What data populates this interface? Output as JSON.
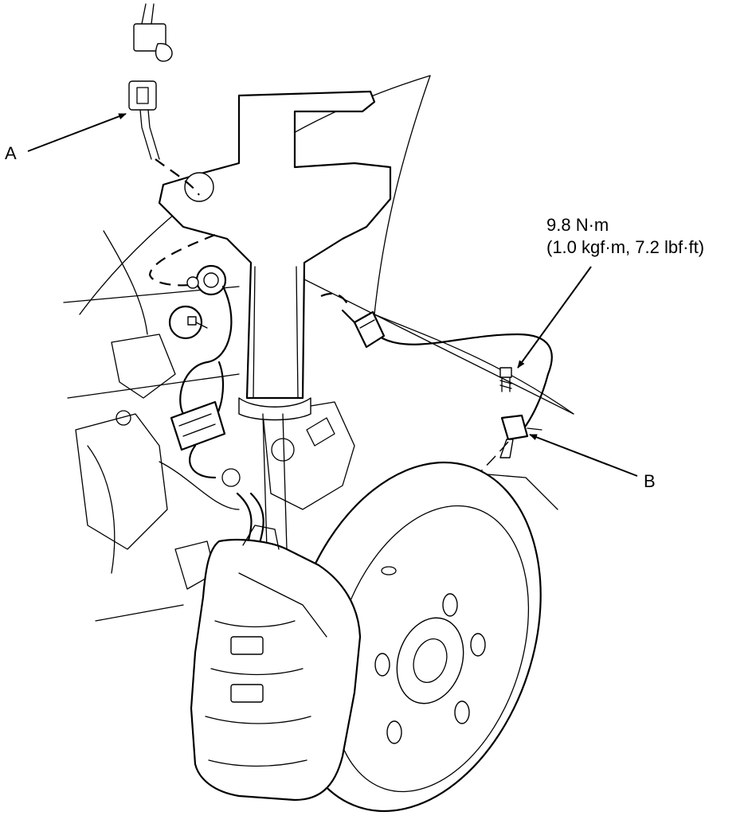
{
  "diagram": {
    "callouts": {
      "a": "A",
      "b": "B"
    },
    "torque": {
      "metric": "9.8 N·m",
      "imperial": "(1.0 kgf·m, 7.2 lbf·ft)"
    }
  }
}
